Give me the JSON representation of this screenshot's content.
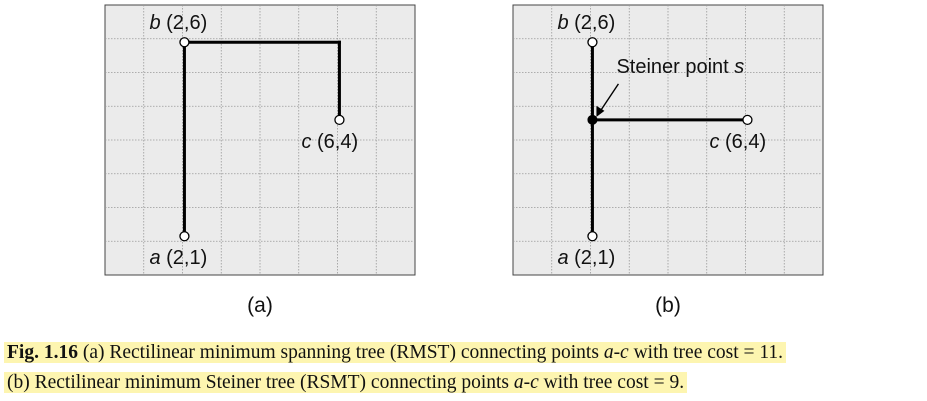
{
  "grid": {
    "cols": 8,
    "rows": 8,
    "fill": "#ebebeb",
    "line": "#999999",
    "border": "#444444"
  },
  "panel_a": {
    "sublabel": "(a)",
    "points": [
      {
        "id": "b",
        "name": "b",
        "coord": "(2,6)",
        "x": 2,
        "y": 6
      },
      {
        "id": "c",
        "name": "c",
        "coord": "(6,4)",
        "x": 6,
        "y": 4
      },
      {
        "id": "a",
        "name": "a",
        "coord": "(2,1)",
        "x": 2,
        "y": 1
      }
    ],
    "edges": [
      [
        [
          2,
          6
        ],
        [
          2,
          1
        ]
      ],
      [
        [
          2,
          6
        ],
        [
          6,
          6
        ]
      ],
      [
        [
          6,
          6
        ],
        [
          6,
          4
        ]
      ]
    ]
  },
  "panel_b": {
    "sublabel": "(b)",
    "steiner_label": "Steiner point ",
    "steiner_var": "s",
    "steiner": {
      "x": 2,
      "y": 4
    },
    "points": [
      {
        "id": "b",
        "name": "b",
        "coord": "(2,6)",
        "x": 2,
        "y": 6
      },
      {
        "id": "c",
        "name": "c",
        "coord": "(6,4)",
        "x": 6,
        "y": 4
      },
      {
        "id": "a",
        "name": "a",
        "coord": "(2,1)",
        "x": 2,
        "y": 1
      }
    ],
    "edges": [
      [
        [
          2,
          6
        ],
        [
          2,
          1
        ]
      ],
      [
        [
          2,
          4
        ],
        [
          6,
          4
        ]
      ]
    ]
  },
  "caption": {
    "fig": "Fig. 1.16",
    "line1_a": " (a) Rectilinear minimum spanning tree (RMST) connecting points ",
    "line1_var": "a-c",
    "line1_b": " with tree cost = 11.",
    "line2_a": "(b) Rectilinear minimum Steiner tree (RSMT) connecting points ",
    "line2_var": "a-c",
    "line2_b": " with tree cost = 9."
  }
}
